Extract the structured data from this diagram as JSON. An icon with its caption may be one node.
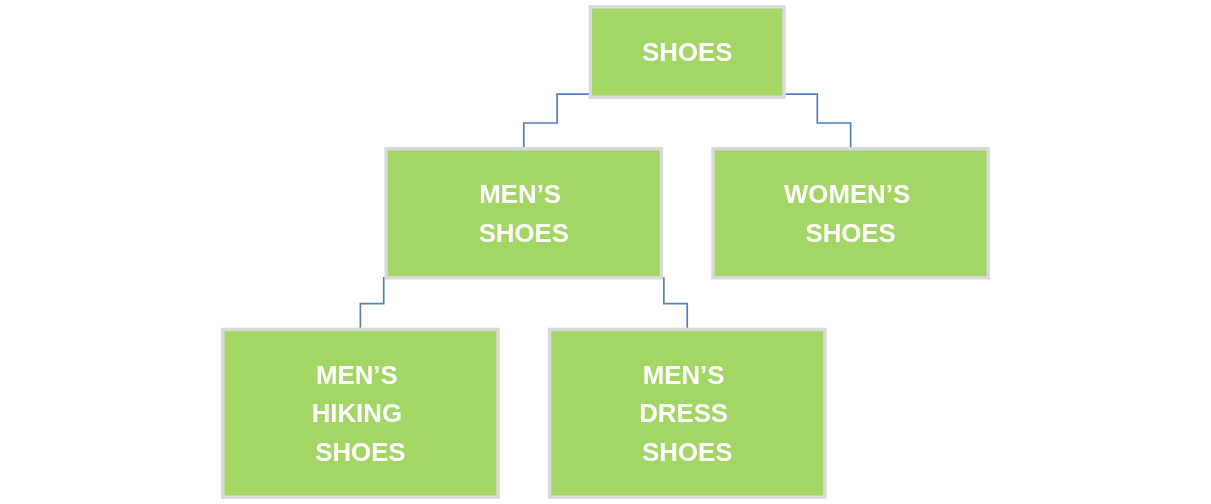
{
  "diagram": {
    "nodes": [
      {
        "text": [
          "SHOES"
        ]
      },
      {
        "text": [
          "MEN’S SHOES"
        ]
      },
      {
        "text": [
          "WOMEN’S SHOES"
        ]
      },
      {
        "text": [
          "MEN’S HIKING SHOES"
        ]
      },
      {
        "text": [
          "MEN’S DRESS SHOES"
        ]
      }
    ],
    "edges": [
      {
        "from": 0,
        "to": 1,
        "arrow": "none"
      },
      {
        "from": 0,
        "to": 2,
        "arrow": "none"
      },
      {
        "from": 1,
        "to": 3,
        "arrow": "none"
      },
      {
        "from": 1,
        "to": 4,
        "arrow": "none"
      }
    ]
  }
}
